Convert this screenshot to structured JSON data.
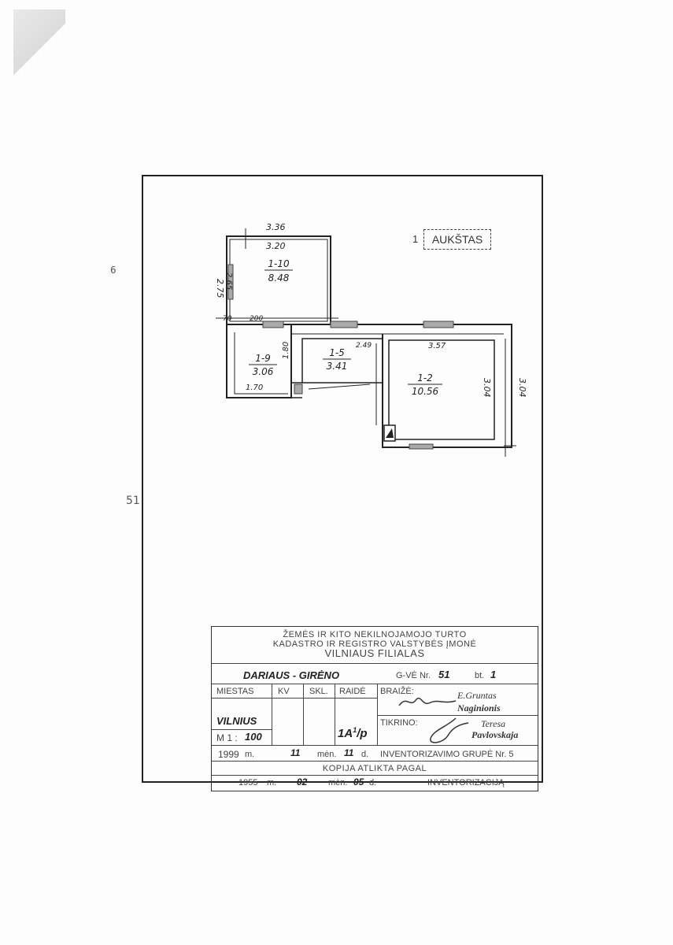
{
  "margin": {
    "left_mark_1": "6",
    "left_mark_2": "51"
  },
  "floor_label": {
    "number": "1",
    "text": "AUKŠTAS"
  },
  "plan": {
    "dims": {
      "top_outer": "3.36",
      "top_inner": "3.20",
      "left_outer": "2.75",
      "left_inner": "2.65",
      "mid_left": "70",
      "mid_top": "200",
      "kitchen_side": "1.80",
      "corridor_top": "2.49",
      "room2_top": "3.57",
      "room2_side_inner": "3.04",
      "room2_side_outer": "3.04",
      "room9_bottom": "1.70"
    },
    "rooms": [
      {
        "id": "1-10",
        "area": "8.48"
      },
      {
        "id": "1-9",
        "area": "3.06"
      },
      {
        "id": "1-5",
        "area": "3.41"
      },
      {
        "id": "1-2",
        "area": "10.56"
      }
    ]
  },
  "stamp": {
    "org_line1": "ŽEMĖS IR KITO NEKILNOJAMOJO TURTO",
    "org_line2": "KADASTRO IR REGISTRO VALSTYBĖS ĮMONĖ",
    "org_line3": "VILNIAUS FILIALAS",
    "street": "DARIAUS - GIRĖNO",
    "street_label": "G-VĖ Nr.",
    "house_no": "51",
    "apt_label": "bt.",
    "apt_no": "1",
    "col_city": "MIESTAS",
    "col_kv": "KV",
    "col_skl": "SKL.",
    "col_raide": "RAIDĖ",
    "col_braize": "BRAIŽĖ:",
    "city_value": "VILNIUS",
    "scale_label": "M 1 :",
    "scale_value": "100",
    "raide_value": "1A",
    "raide_sup": "1",
    "raide_suffix": "/p",
    "braize_name_1": "E.Gruntas",
    "braize_name_2": "Naginionis",
    "tikrino_label": "TIKRINO:",
    "tikrino_name_1": "Teresa",
    "tikrino_name_2": "Pavlovskaja",
    "date_year": "1999",
    "date_y_label": "m.",
    "date_month": "11",
    "date_m_label": "mėn.",
    "date_day": "11",
    "date_d_label": "d.",
    "inventory_group": "INVENTORIZAVIMO GRUPĖ Nr. 5",
    "copy_line": "KOPIJA ATLIKTA PAGAL",
    "copy_year": "1955",
    "copy_month": "02",
    "copy_day": "05",
    "inventorizacija": "INVENTORIZACIJĄ"
  }
}
